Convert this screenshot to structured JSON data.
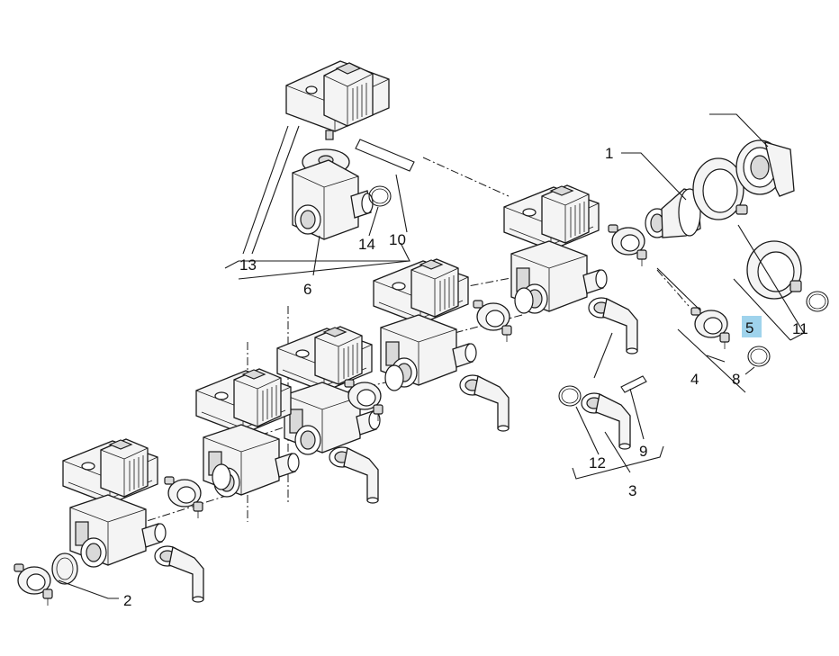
{
  "callouts": [
    {
      "id": "c1",
      "text": "1"
    },
    {
      "id": "c2",
      "text": "2"
    },
    {
      "id": "c3",
      "text": "3"
    },
    {
      "id": "c4",
      "text": "4"
    },
    {
      "id": "c5",
      "text": "5"
    },
    {
      "id": "c6",
      "text": "6"
    },
    {
      "id": "c8",
      "text": "8"
    },
    {
      "id": "c9",
      "text": "9"
    },
    {
      "id": "c10",
      "text": "10"
    },
    {
      "id": "c11",
      "text": "11"
    },
    {
      "id": "c12",
      "text": "12"
    },
    {
      "id": "c13",
      "text": "13"
    },
    {
      "id": "c14",
      "text": "14"
    }
  ],
  "highlight": {
    "callout": "5",
    "color": "#9fd3ec"
  },
  "colors": {
    "line": "#1a1a1a",
    "body": "#f4f4f4",
    "shade": "#d9d9d9"
  }
}
